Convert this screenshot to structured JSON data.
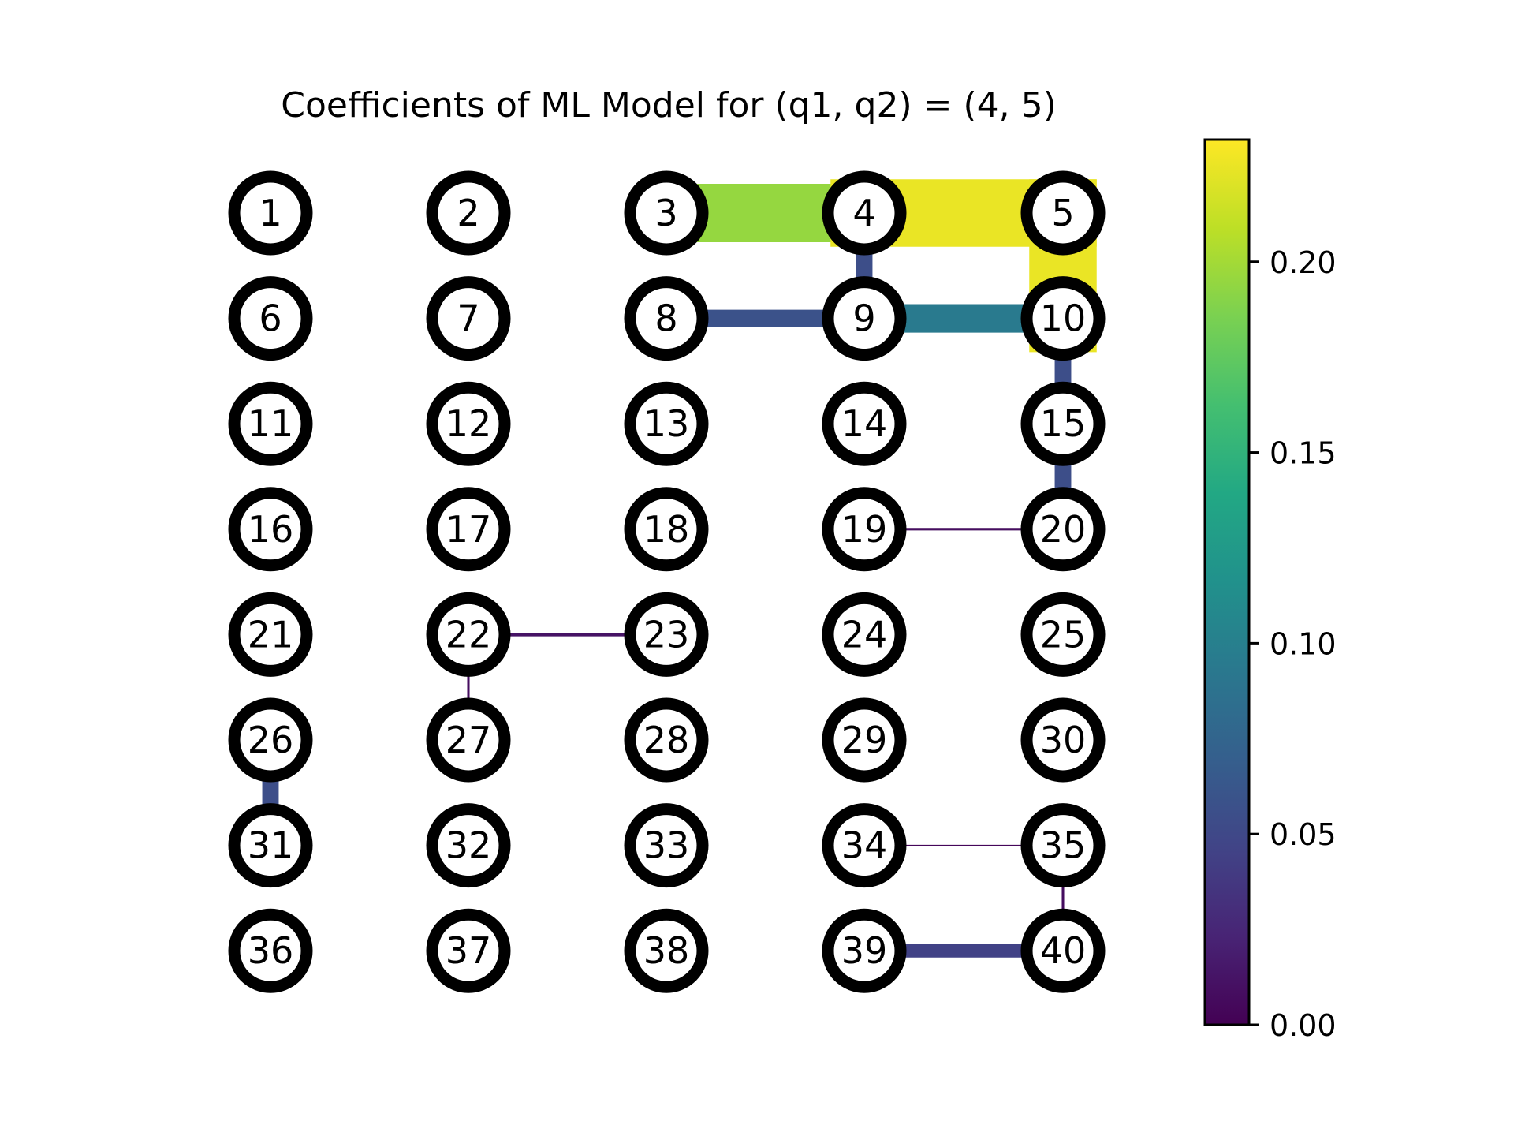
{
  "title": "Coefficients of ML Model for (q1, q2) = (4, 5)",
  "grid": {
    "columns": 5,
    "rows": 8
  },
  "nodes": [
    "1",
    "2",
    "3",
    "4",
    "5",
    "6",
    "7",
    "8",
    "9",
    "10",
    "11",
    "12",
    "13",
    "14",
    "15",
    "16",
    "17",
    "18",
    "19",
    "20",
    "21",
    "22",
    "23",
    "24",
    "25",
    "26",
    "27",
    "28",
    "29",
    "30",
    "31",
    "32",
    "33",
    "34",
    "35",
    "36",
    "37",
    "38",
    "39",
    "40"
  ],
  "edges": [
    {
      "from": 3,
      "to": 4,
      "value": 0.195
    },
    {
      "from": 4,
      "to": 5,
      "value": 0.225
    },
    {
      "from": 5,
      "to": 10,
      "value": 0.225
    },
    {
      "from": 4,
      "to": 9,
      "value": 0.055
    },
    {
      "from": 8,
      "to": 9,
      "value": 0.058
    },
    {
      "from": 9,
      "to": 10,
      "value": 0.095
    },
    {
      "from": 10,
      "to": 15,
      "value": 0.055
    },
    {
      "from": 15,
      "to": 20,
      "value": 0.055
    },
    {
      "from": 19,
      "to": 20,
      "value": 0.008
    },
    {
      "from": 22,
      "to": 23,
      "value": 0.012
    },
    {
      "from": 22,
      "to": 27,
      "value": 0.008
    },
    {
      "from": 26,
      "to": 31,
      "value": 0.055
    },
    {
      "from": 34,
      "to": 35,
      "value": 0.004
    },
    {
      "from": 35,
      "to": 40,
      "value": 0.008
    },
    {
      "from": 39,
      "to": 40,
      "value": 0.045
    }
  ],
  "colorbar": {
    "colormap": "viridis",
    "min": 0.0,
    "max": 0.232,
    "ticks": [
      "0.00",
      "0.05",
      "0.10",
      "0.15",
      "0.20"
    ],
    "tick_values": [
      0.0,
      0.05,
      0.1,
      0.15,
      0.2
    ]
  }
}
